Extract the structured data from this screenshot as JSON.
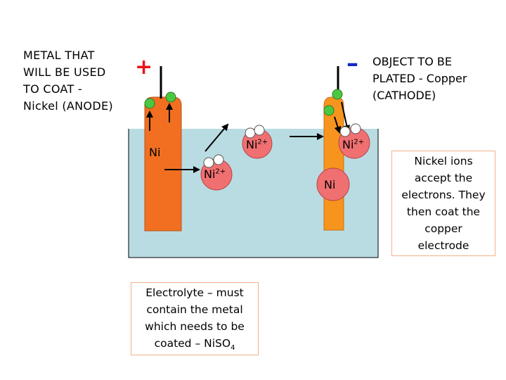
{
  "labels": {
    "anode": [
      "METAL THAT",
      "WILL BE USED",
      "TO COAT  -",
      "Nickel (ANODE)"
    ],
    "cathode": [
      "OBJECT TO BE",
      "PLATED - Copper",
      "(CATHODE)"
    ],
    "plus_sign": "+",
    "minus_sign": "–"
  },
  "species": {
    "ni_atom": "Ni",
    "ni_ion": "Ni",
    "ion_charge": "2+"
  },
  "note": [
    "Nickel ions",
    "accept the",
    "electrons. They",
    "then coat the",
    "copper",
    "electrode"
  ],
  "electrolyte": {
    "lines": [
      "Electrolyte – must",
      "contain the metal",
      "which needs to be"
    ],
    "last_line_prefix": "coated – NiSO",
    "subscript": "4"
  },
  "colors": {
    "solution": "#b9dce2",
    "anode": "#f26f21",
    "cathode": "#f7941d",
    "plus": "#e8141b",
    "minus": "#1627c8",
    "electron": "#4cc840",
    "ion_circle": "#f07072",
    "box_border": "#f3b08a"
  }
}
